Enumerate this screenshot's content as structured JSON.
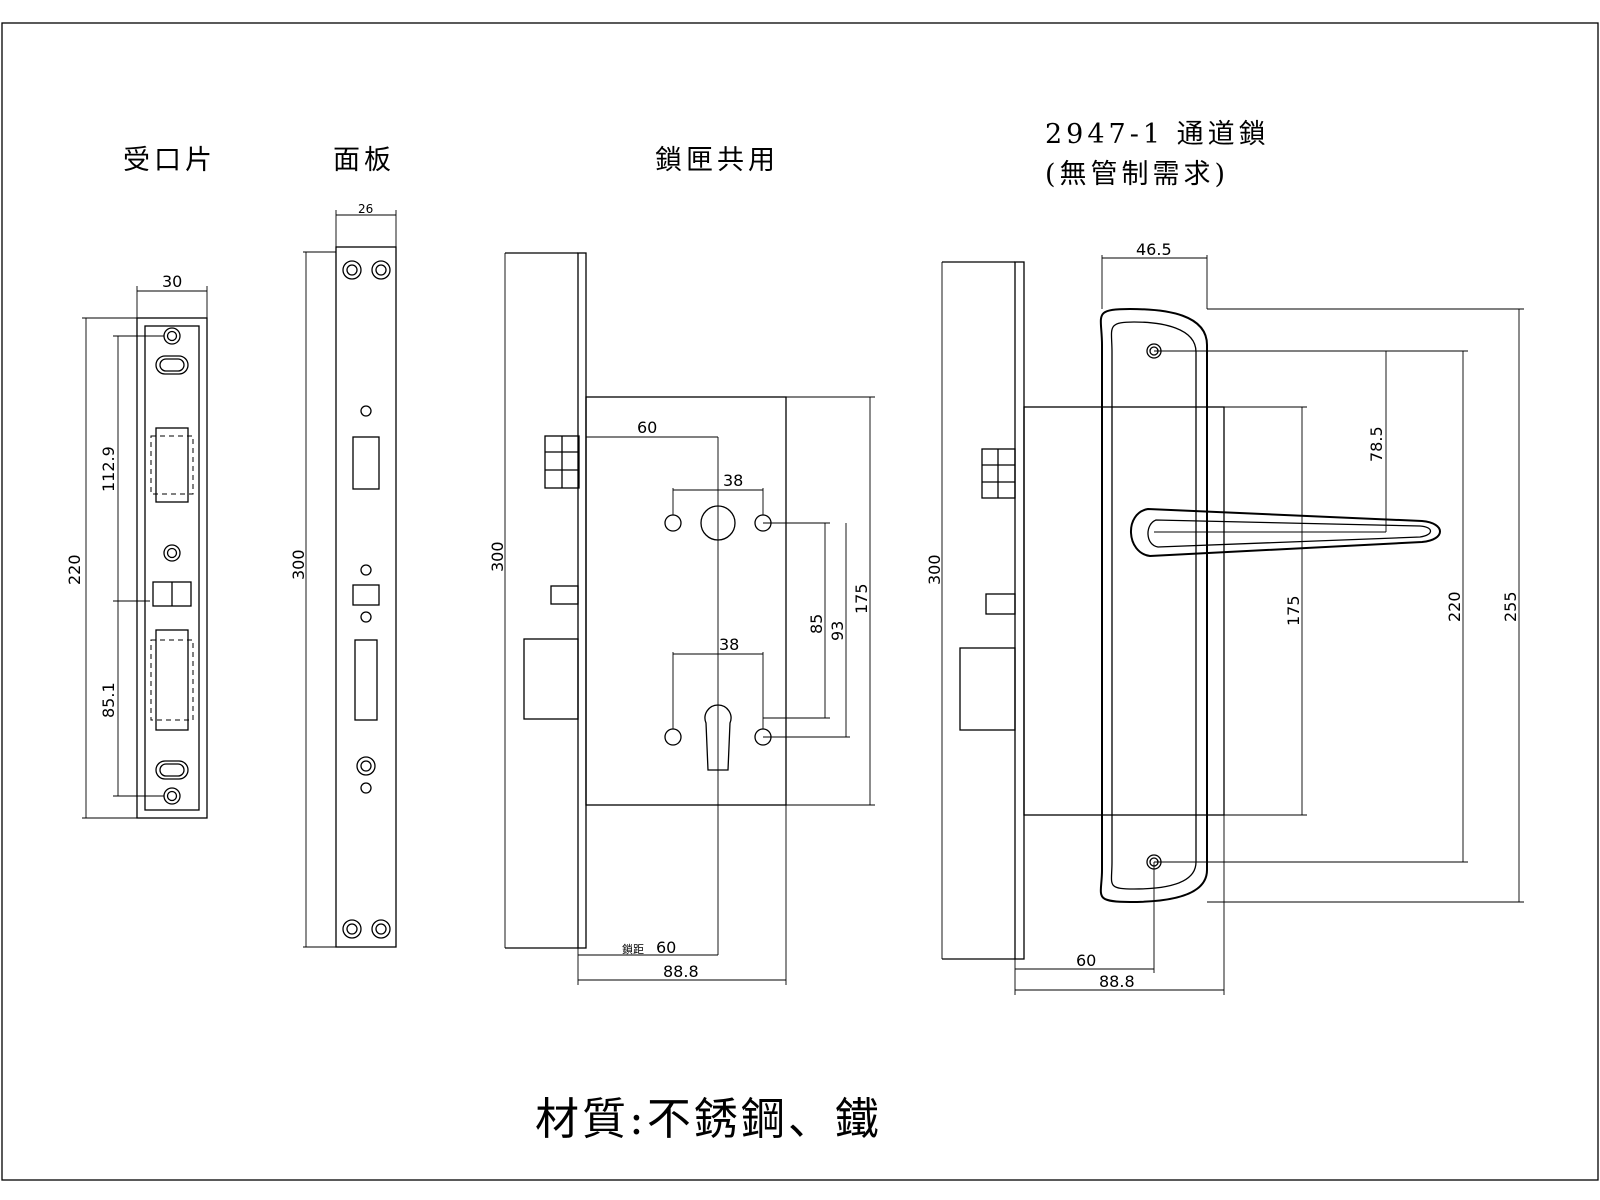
{
  "titles": {
    "strike_plate": "受口片",
    "faceplate": "面板",
    "mortise_body": "鎖匣共用",
    "model_line1": "2947-1 通道鎖",
    "model_line2": "(無管制需求)"
  },
  "material": "材質:不銹鋼、鐵",
  "strike_plate": {
    "width": "30",
    "height": "220",
    "upper_spacing": "112.9",
    "lower_spacing": "85.1"
  },
  "faceplate": {
    "width": "26",
    "height": "300"
  },
  "mortise_body": {
    "height": "300",
    "backset_top": "60",
    "hole_spacing_top": "38",
    "hole_spacing_bottom": "38",
    "center_distance": "85",
    "screw_distance": "93",
    "body_height": "175",
    "backset_label": "鎖距",
    "backset_value": "60",
    "total_depth": "88.8"
  },
  "handle_assembly": {
    "height": "300",
    "plate_width": "46.5",
    "lever_offset": "78.5",
    "body_height": "175",
    "screw_spacing": "220",
    "plate_height": "255",
    "backset": "60",
    "total_depth": "88.8"
  }
}
